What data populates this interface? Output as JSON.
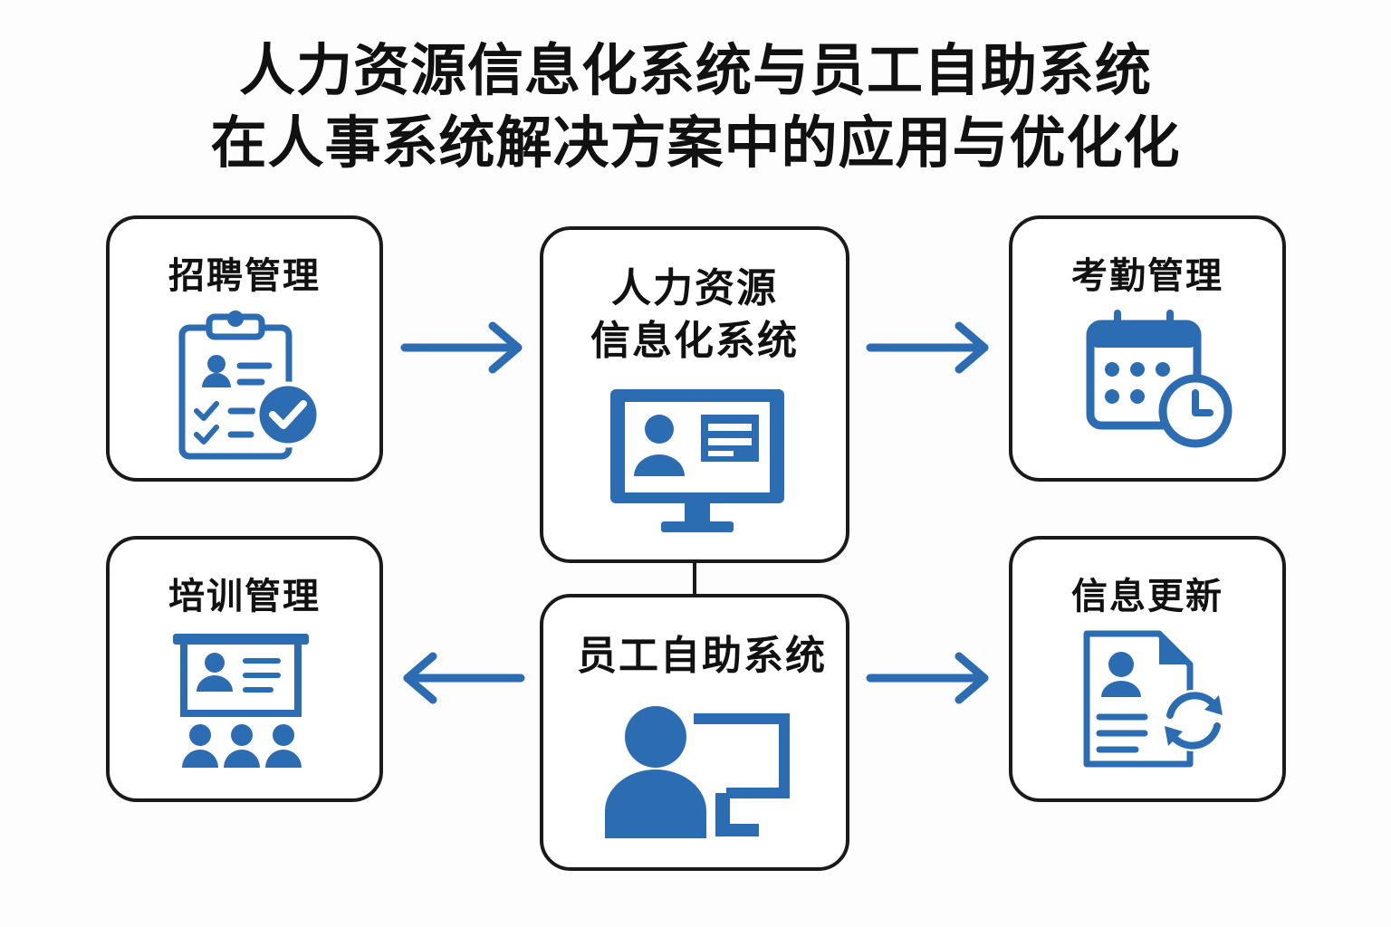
{
  "title": {
    "line1": "人力资源信息化系统与员工自助系统",
    "line2": "在人事系统解决方案中的应用与优化化"
  },
  "nodes": {
    "recruit": {
      "label": "招聘管理",
      "icon": "clipboard-check-icon"
    },
    "attendance": {
      "label": "考勤管理",
      "icon": "calendar-clock-icon"
    },
    "training": {
      "label": "培训管理",
      "icon": "presentation-board-icon"
    },
    "info_update": {
      "label": "信息更新",
      "icon": "document-refresh-icon"
    },
    "hris": {
      "label_line1": "人力资源",
      "label_line2": "信息化系统",
      "icon": "monitor-profile-icon"
    },
    "ess": {
      "label": "员工自助系统",
      "icon": "user-terminal-icon"
    }
  },
  "colors": {
    "accent": "#2b6cb3",
    "border": "#1a1a1a",
    "text": "#111111",
    "background": "#fdfdfd"
  }
}
